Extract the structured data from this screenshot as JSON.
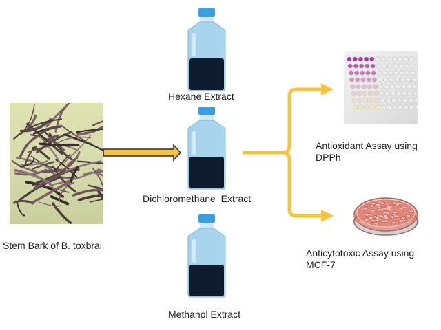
{
  "source": {
    "label": "Stem Bark of B. toxbrai"
  },
  "extracts": [
    {
      "label": "Hexane Extract"
    },
    {
      "label": "Dichloromethane  Extract"
    },
    {
      "label": "Methanol Extract"
    }
  ],
  "assays": [
    {
      "label": "Antioxidant Assay using DPPh"
    },
    {
      "label": "Anticytotoxic Assay using MCF-7"
    }
  ],
  "colors": {
    "arrow_fill": "#f5c342",
    "arrow_outline": "#2b2b2b",
    "bottle_body": "#a9d4ee",
    "bottle_cap": "#3aa0e0",
    "bottle_liquid": "#0e1a2e"
  }
}
